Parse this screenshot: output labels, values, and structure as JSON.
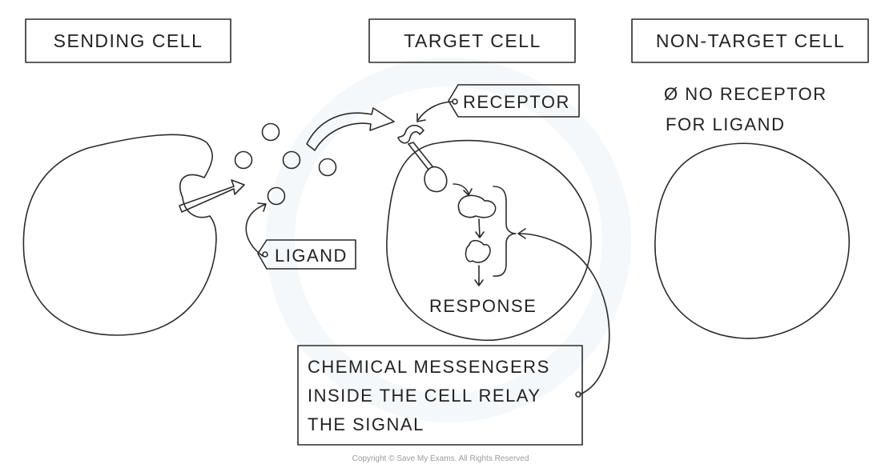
{
  "headers": {
    "sending_cell": "SENDING CELL",
    "target_cell": "TARGET CELL",
    "non_target_cell": "NON-TARGET CELL"
  },
  "labels": {
    "receptor": "RECEPTOR",
    "ligand": "LIGAND",
    "response": "RESPONSE",
    "no_receptor_line1": "Ø NO RECEPTOR",
    "no_receptor_line2": "FOR LIGAND",
    "messengers_line1": "CHEMICAL MESSENGERS",
    "messengers_line2": "INSIDE THE CELL RELAY",
    "messengers_line3": "THE SIGNAL"
  },
  "footer": "Copyright © Save My Exams. All Rights Reserved",
  "colors": {
    "cell_fill": "#F6D3B5",
    "header_box": "#FCE3C5",
    "ligand_yellow": "#F2E51C",
    "arrow_green": "#8FD6A3",
    "receptor_blue": "#6FCDEB",
    "messenger_red": "#F06A78",
    "tag_grey": "#E6E6E6"
  }
}
